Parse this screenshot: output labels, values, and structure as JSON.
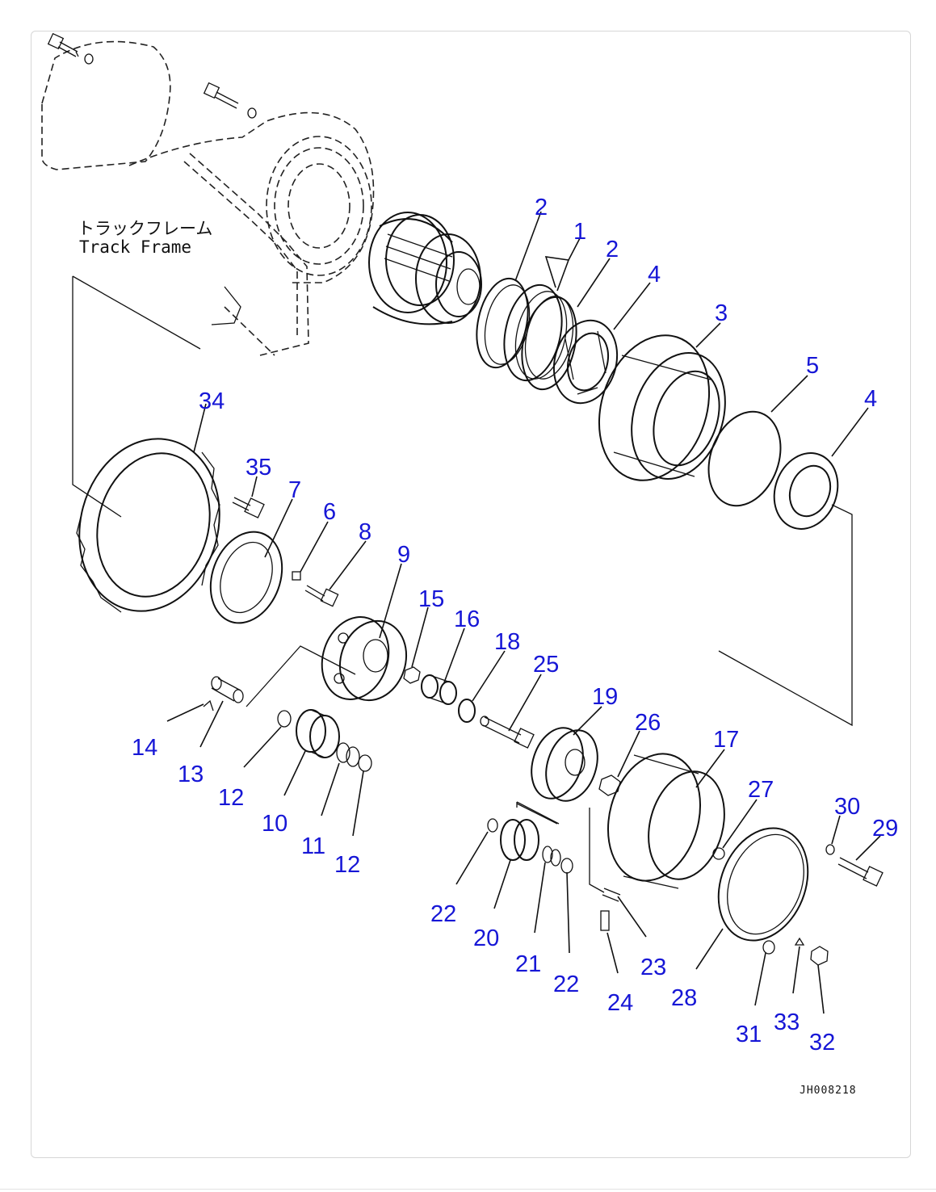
{
  "track_frame": {
    "label_jp": "トラックフレーム",
    "label_en": "Track Frame"
  },
  "drawing_code": "JH008218",
  "callouts": [
    {
      "id": "c2a",
      "text": "2"
    },
    {
      "id": "c1",
      "text": "1"
    },
    {
      "id": "c2b",
      "text": "2"
    },
    {
      "id": "c4a",
      "text": "4"
    },
    {
      "id": "c3",
      "text": "3"
    },
    {
      "id": "c5",
      "text": "5"
    },
    {
      "id": "c4b",
      "text": "4"
    },
    {
      "id": "c34",
      "text": "34"
    },
    {
      "id": "c35",
      "text": "35"
    },
    {
      "id": "c7",
      "text": "7"
    },
    {
      "id": "c6",
      "text": "6"
    },
    {
      "id": "c8",
      "text": "8"
    },
    {
      "id": "c9",
      "text": "9"
    },
    {
      "id": "c15",
      "text": "15"
    },
    {
      "id": "c16",
      "text": "16"
    },
    {
      "id": "c18",
      "text": "18"
    },
    {
      "id": "c25",
      "text": "25"
    },
    {
      "id": "c19",
      "text": "19"
    },
    {
      "id": "c26",
      "text": "26"
    },
    {
      "id": "c17",
      "text": "17"
    },
    {
      "id": "c27",
      "text": "27"
    },
    {
      "id": "c30",
      "text": "30"
    },
    {
      "id": "c29",
      "text": "29"
    },
    {
      "id": "c14",
      "text": "14"
    },
    {
      "id": "c13",
      "text": "13"
    },
    {
      "id": "c12a",
      "text": "12"
    },
    {
      "id": "c10",
      "text": "10"
    },
    {
      "id": "c11",
      "text": "11"
    },
    {
      "id": "c12b",
      "text": "12"
    },
    {
      "id": "c22a",
      "text": "22"
    },
    {
      "id": "c20",
      "text": "20"
    },
    {
      "id": "c21",
      "text": "21"
    },
    {
      "id": "c22b",
      "text": "22"
    },
    {
      "id": "c23",
      "text": "23"
    },
    {
      "id": "c24",
      "text": "24"
    },
    {
      "id": "c28",
      "text": "28"
    },
    {
      "id": "c31",
      "text": "31"
    },
    {
      "id": "c33",
      "text": "33"
    },
    {
      "id": "c32",
      "text": "32"
    }
  ]
}
